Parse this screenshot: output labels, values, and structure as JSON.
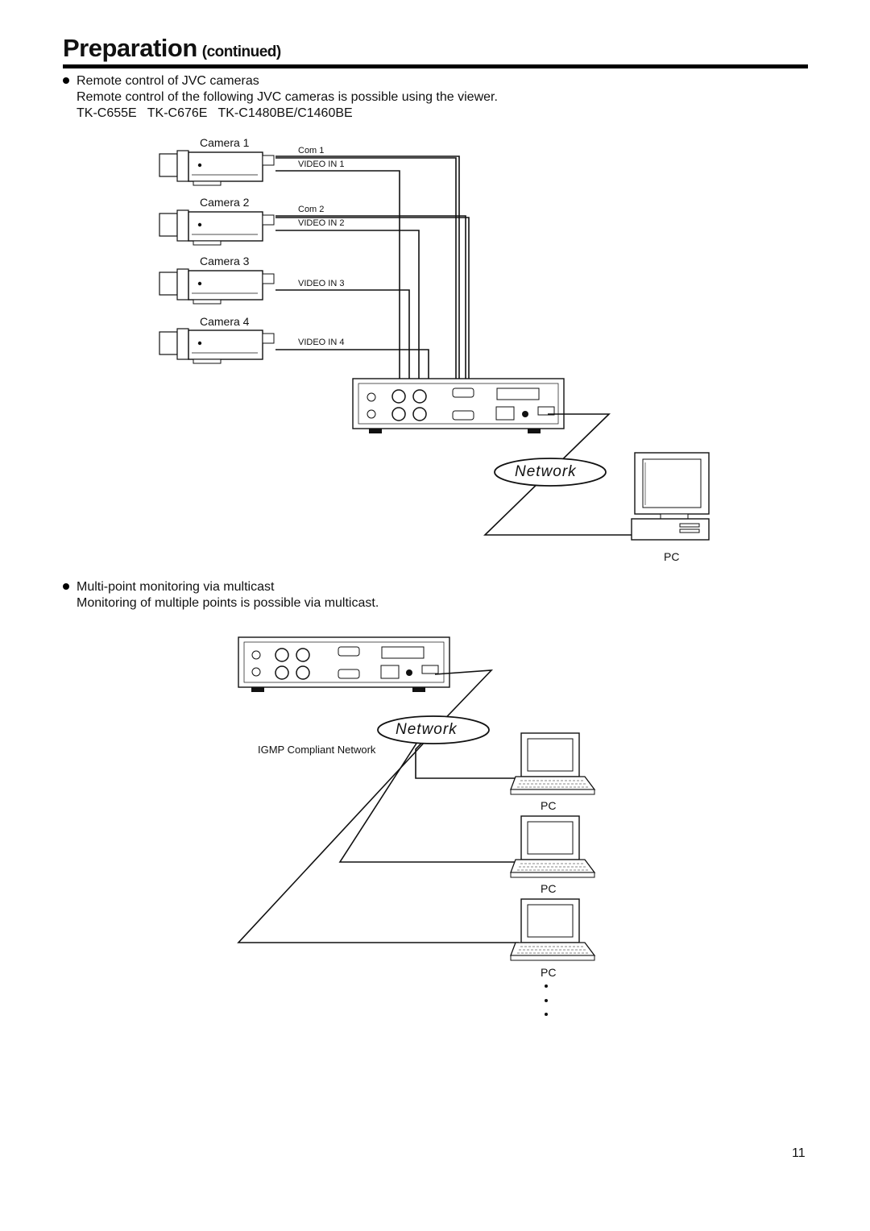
{
  "header": {
    "title": "Preparation",
    "subtitle": "(continued)"
  },
  "section1": {
    "heading": "Remote control of JVC cameras",
    "line1": "Remote control of the following JVC cameras is possible using the viewer.",
    "line2": "TK-C655E   TK-C676E   TK-C1480BE/C1460BE"
  },
  "diagram1": {
    "cameras": [
      {
        "name": "Camera 1",
        "com": "Com 1",
        "video": "VIDEO IN 1"
      },
      {
        "name": "Camera 2",
        "com": "Com 2",
        "video": "VIDEO IN 2"
      },
      {
        "name": "Camera 3",
        "com": "",
        "video": "VIDEO IN 3"
      },
      {
        "name": "Camera 4",
        "com": "",
        "video": "VIDEO IN 4"
      }
    ],
    "network_label": "Network",
    "pc_label": "PC"
  },
  "section2": {
    "heading": "Multi-point monitoring via multicast",
    "line1": "Monitoring of multiple points is possible via multicast."
  },
  "diagram2": {
    "network_label": "Network",
    "igmp_label": "IGMP Compliant Network",
    "pc_labels": [
      "PC",
      "PC",
      "PC"
    ]
  },
  "footer": {
    "page_number": "11"
  }
}
